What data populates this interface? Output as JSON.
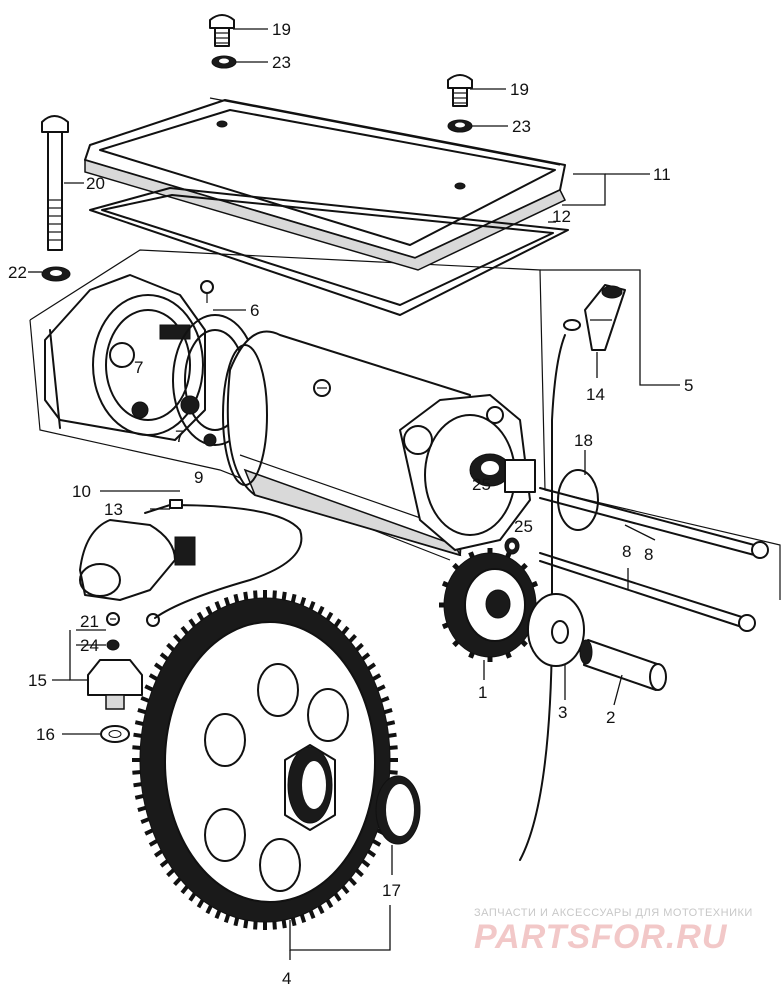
{
  "diagram": {
    "callouts": {
      "p1": "1",
      "p2": "2",
      "p3": "3",
      "p4": "4",
      "p5": "5",
      "p6": "6",
      "p7a": "7",
      "p7b": "7",
      "p8a": "8",
      "p8b": "8",
      "p9": "9",
      "p10": "10",
      "p11": "11",
      "p12": "12",
      "p13": "13",
      "p14": "14",
      "p15": "15",
      "p16": "16",
      "p17": "17",
      "p18": "18",
      "p19a": "19",
      "p19b": "19",
      "p20": "20",
      "p21": "21",
      "p22": "22",
      "p23a": "23",
      "p23b": "23",
      "p24": "24",
      "p25a": "25",
      "p25b": "25"
    }
  },
  "watermark": {
    "subtitle": "ЗАПЧАСТИ И АКСЕССУАРЫ ДЛЯ МОТОТЕХНИКИ",
    "brand": "PARTSFOR.RU"
  }
}
